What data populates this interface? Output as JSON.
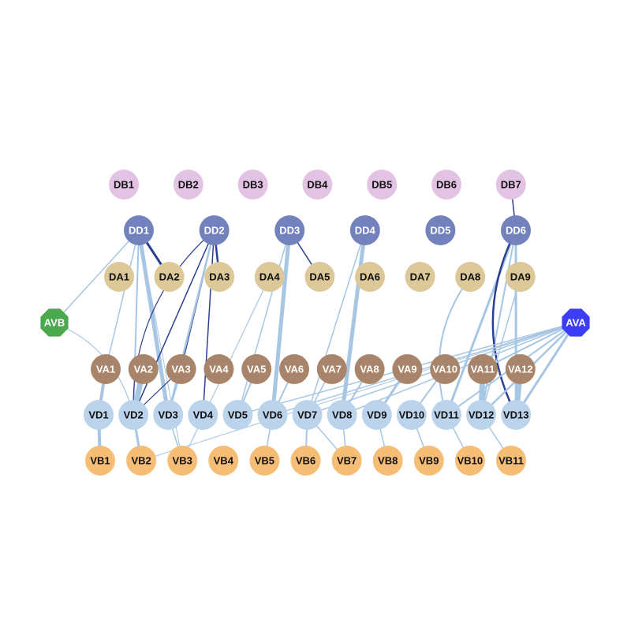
{
  "colors": {
    "DB": "#e3c3e3",
    "DD": "#7382bd",
    "DA": "#dcc898",
    "VA": "#a8856a",
    "VD": "#bcd3ec",
    "VB": "#f6bd76",
    "AVA": "#3d3df5",
    "AVB": "#4ca84c",
    "edge_light": "#a7c6e4",
    "edge_dark": "#2d3f90",
    "label_dark": "#111111",
    "label_light": "#ffffff"
  },
  "nodes": {
    "db": [
      "DB1",
      "DB2",
      "DB3",
      "DB4",
      "DB5",
      "DB6",
      "DB7"
    ],
    "dd": [
      "DD1",
      "DD2",
      "DD3",
      "DD4",
      "DD5",
      "DD6"
    ],
    "da": [
      "DA1",
      "DA2",
      "DA3",
      "DA4",
      "DA5",
      "DA6",
      "DA7",
      "DA8",
      "DA9"
    ],
    "va": [
      "VA1",
      "VA2",
      "VA3",
      "VA4",
      "VA5",
      "VA6",
      "VA7",
      "VA8",
      "VA9",
      "VA10",
      "VA11",
      "VA12"
    ],
    "vd": [
      "VD1",
      "VD2",
      "VD3",
      "VD4",
      "VD5",
      "VD6",
      "VD7",
      "VD8",
      "VD9",
      "VD10",
      "VD11",
      "VD12",
      "VD13"
    ],
    "vb": [
      "VB1",
      "VB2",
      "VB3",
      "VB4",
      "VB5",
      "VB6",
      "VB7",
      "VB8",
      "VB9",
      "VB10",
      "VB11"
    ],
    "ava": "AVA",
    "avb": "AVB"
  },
  "edges": [
    {
      "from": "DD1",
      "to": "VD3",
      "weight": 5,
      "kind": "light"
    },
    {
      "from": "DD1",
      "to": "VD2",
      "weight": 2,
      "kind": "light"
    },
    {
      "from": "DD1",
      "to": "VA1",
      "weight": 1.5,
      "kind": "light"
    },
    {
      "from": "DD1",
      "to": "DA2",
      "weight": 3,
      "kind": "dark"
    },
    {
      "from": "DD1",
      "to": "VB3",
      "weight": 1,
      "kind": "light"
    },
    {
      "from": "DD1",
      "to": "AVB",
      "weight": 1.5,
      "kind": "light"
    },
    {
      "from": "DD2",
      "to": "DA3",
      "weight": 2.5,
      "kind": "dark"
    },
    {
      "from": "DD2",
      "to": "VA3",
      "weight": 1.5,
      "kind": "dark"
    },
    {
      "from": "DD2",
      "to": "VD4",
      "weight": 1.5,
      "kind": "dark"
    },
    {
      "from": "DD2",
      "to": "VD3",
      "weight": 2.5,
      "kind": "light"
    },
    {
      "from": "DD2",
      "to": "VD2",
      "weight": 1.5,
      "kind": "dark"
    },
    {
      "from": "DD3",
      "to": "DA5",
      "weight": 1.5,
      "kind": "dark"
    },
    {
      "from": "DD3",
      "to": "VD6",
      "weight": 5,
      "kind": "light"
    },
    {
      "from": "DD3",
      "to": "VD5",
      "weight": 1.5,
      "kind": "light"
    },
    {
      "from": "DD4",
      "to": "VD8",
      "weight": 5,
      "kind": "light"
    },
    {
      "from": "DD4",
      "to": "VD7",
      "weight": 1.5,
      "kind": "light"
    },
    {
      "from": "DD6",
      "to": "VD11",
      "weight": 3,
      "kind": "light"
    },
    {
      "from": "DD6",
      "to": "VD12",
      "weight": 2,
      "kind": "light"
    },
    {
      "from": "DD6",
      "to": "VD13",
      "weight": 3,
      "kind": "light"
    },
    {
      "from": "DD6",
      "to": "VD13",
      "weight": 2.5,
      "kind": "dark",
      "curve": true
    },
    {
      "from": "DB7",
      "to": "DD6",
      "weight": 1.5,
      "kind": "dark"
    },
    {
      "from": "VA1",
      "to": "VD1",
      "weight": 4,
      "kind": "light"
    },
    {
      "from": "VA2",
      "to": "VD2",
      "weight": 7,
      "kind": "light"
    },
    {
      "from": "VA3",
      "to": "VD3",
      "weight": 2.5,
      "kind": "light"
    },
    {
      "from": "VA5",
      "to": "VD5",
      "weight": 2,
      "kind": "light"
    },
    {
      "from": "VA6",
      "to": "VD6",
      "weight": 2,
      "kind": "light"
    },
    {
      "from": "VA7",
      "to": "VD7",
      "weight": 1.5,
      "kind": "light"
    },
    {
      "from": "VA8",
      "to": "VD8",
      "weight": 2,
      "kind": "light"
    },
    {
      "from": "VA9",
      "to": "VD9",
      "weight": 3,
      "kind": "light"
    },
    {
      "from": "VA10",
      "to": "VD10",
      "weight": 2,
      "kind": "light"
    },
    {
      "from": "VA11",
      "to": "VD12",
      "weight": 7,
      "kind": "light"
    },
    {
      "from": "VA12",
      "to": "VD13",
      "weight": 7,
      "kind": "light"
    },
    {
      "from": "VD1",
      "to": "VB1",
      "weight": 4,
      "kind": "light"
    },
    {
      "from": "VD2",
      "to": "VB2",
      "weight": 3,
      "kind": "light"
    },
    {
      "from": "VD3",
      "to": "VB3",
      "weight": 1.5,
      "kind": "light"
    },
    {
      "from": "VD6",
      "to": "VB5",
      "weight": 1.5,
      "kind": "light"
    },
    {
      "from": "VD7",
      "to": "VB6",
      "weight": 2,
      "kind": "light"
    },
    {
      "from": "VD7",
      "to": "VB7",
      "weight": 1.5,
      "kind": "light"
    },
    {
      "from": "VD8",
      "to": "VB7",
      "weight": 1.5,
      "kind": "light"
    },
    {
      "from": "VD9",
      "to": "VB8",
      "weight": 1.5,
      "kind": "light"
    },
    {
      "from": "VD10",
      "to": "VB9",
      "weight": 1.5,
      "kind": "light"
    },
    {
      "from": "VD11",
      "to": "VB10",
      "weight": 1.5,
      "kind": "light"
    },
    {
      "from": "VD12",
      "to": "VB11",
      "weight": 1.5,
      "kind": "light"
    },
    {
      "from": "AVA",
      "to": "VD13",
      "weight": 3,
      "kind": "light"
    },
    {
      "from": "AVA",
      "to": "VD12",
      "weight": 2.5,
      "kind": "light"
    },
    {
      "from": "AVA",
      "to": "VD11",
      "weight": 2,
      "kind": "light"
    },
    {
      "from": "AVA",
      "to": "VD8",
      "weight": 1.5,
      "kind": "light"
    },
    {
      "from": "AVA",
      "to": "VD6",
      "weight": 1.5,
      "kind": "light"
    },
    {
      "from": "AVA",
      "to": "VD7",
      "weight": 1.5,
      "kind": "light"
    },
    {
      "from": "AVA",
      "to": "VD5",
      "weight": 1.5,
      "kind": "light"
    },
    {
      "from": "AVA",
      "to": "VB2",
      "weight": 1,
      "kind": "light"
    },
    {
      "from": "AVA",
      "to": "VA11",
      "weight": 2,
      "kind": "light"
    },
    {
      "from": "DA8",
      "to": "VD11",
      "weight": 2,
      "kind": "light",
      "curve": true
    },
    {
      "from": "DA9",
      "to": "VD12",
      "weight": 1.5,
      "kind": "light"
    },
    {
      "from": "VD2",
      "to": "AVB",
      "weight": 1.2,
      "kind": "light",
      "curve": true
    },
    {
      "from": "DA4",
      "to": "VB3",
      "weight": 1.2,
      "kind": "light"
    },
    {
      "from": "VA3",
      "to": "VD2",
      "weight": 1.2,
      "kind": "dark"
    },
    {
      "from": "DD2",
      "to": "VD2",
      "weight": 1.2,
      "kind": "dark",
      "curve": true
    }
  ]
}
